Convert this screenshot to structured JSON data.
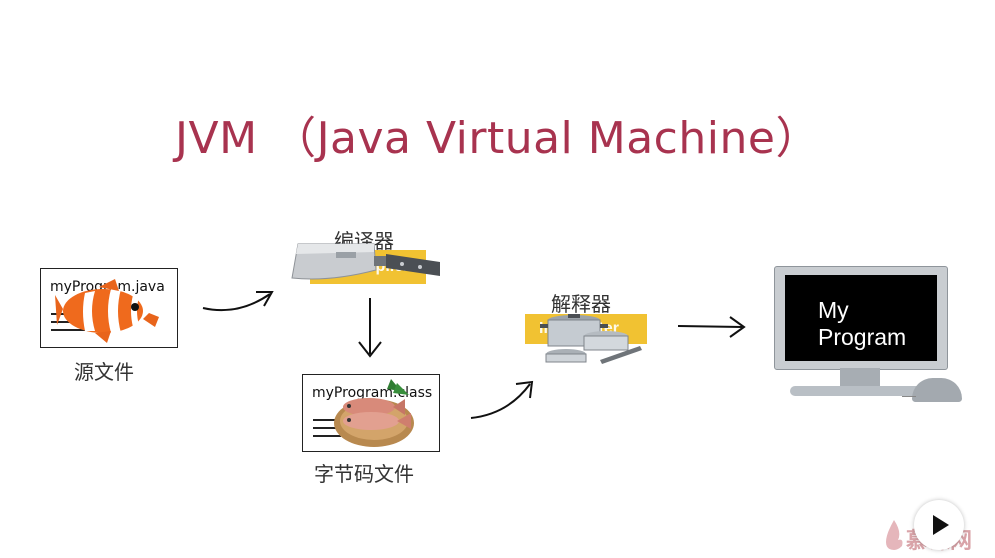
{
  "title": "JVM （Java Virtual Machine）",
  "source_file": {
    "filename": "myProgram.java",
    "caption": "源文件"
  },
  "compiler": {
    "label": "编译器",
    "band_text": "Compiler"
  },
  "bytecode_file": {
    "filename": "myProgram.class",
    "caption": "字节码文件"
  },
  "interpreter": {
    "label": "解释器",
    "band_text": "Interpreter"
  },
  "monitor": {
    "line1": "My",
    "line2": "Program"
  },
  "watermark": {
    "text": "慕课网"
  },
  "colors": {
    "title": "#a8334f",
    "band": "#f1c232",
    "screen": "#000000"
  }
}
